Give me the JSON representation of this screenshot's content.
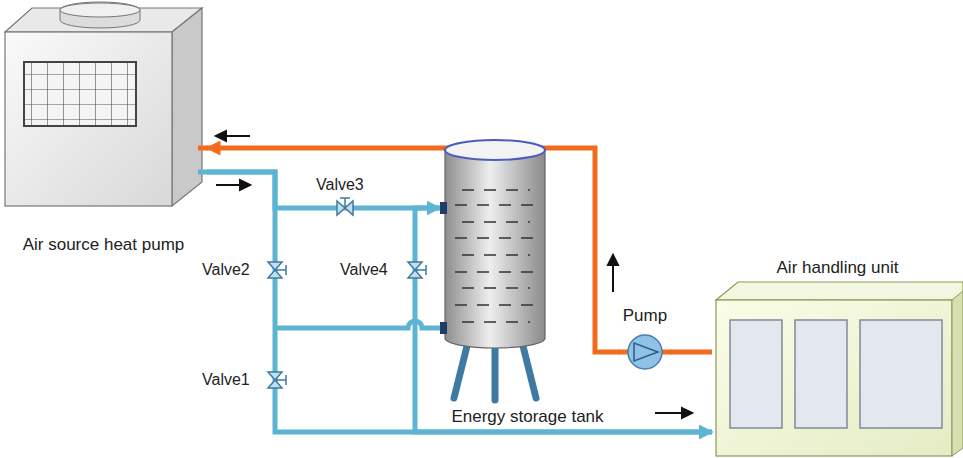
{
  "diagram": {
    "nodes": [
      {
        "text": [
          "Air source heat pump"
        ]
      },
      {
        "text": [
          "Energy storage tank"
        ]
      },
      {
        "text": [
          "Pump"
        ]
      },
      {
        "text": [
          "Air handling unit"
        ]
      }
    ],
    "edges": [
      {
        "from": 3,
        "to": 2,
        "arrow": "none"
      },
      {
        "from": 2,
        "to": 0,
        "arrow": "to"
      },
      {
        "from": 0,
        "to": 1,
        "arrow": "to"
      },
      {
        "from": 0,
        "to": 3,
        "arrow": "to"
      },
      {
        "from": 1,
        "to": 3,
        "arrow": "to"
      }
    ],
    "labels": [
      "Valve3",
      "Valve2",
      "Valve4",
      "Valve1"
    ]
  }
}
